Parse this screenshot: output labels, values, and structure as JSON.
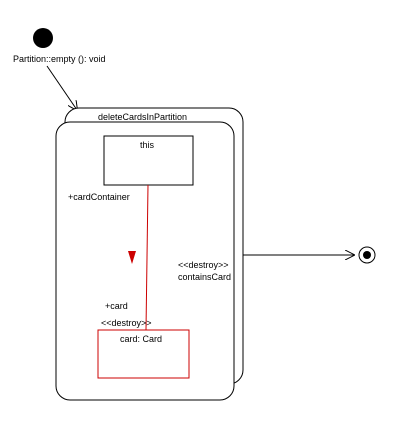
{
  "diagram": {
    "start_label": "Partition::empty (): void",
    "state": {
      "name": "deleteCardsInPartition"
    },
    "objects": [
      {
        "label": "this",
        "border_color": "#000000"
      },
      {
        "label": "card: Card",
        "border_color": "#cc0000"
      }
    ],
    "link": {
      "source_role": "+cardContainer",
      "target_role": "+card",
      "target_stereotype": "<<destroy>>",
      "color": "#cc0000"
    },
    "transition": {
      "stereotype": "<<destroy>>",
      "name": "containsCard"
    },
    "colors": {
      "line": "#000000",
      "accent": "#cc0000",
      "background": "#ffffff"
    }
  }
}
